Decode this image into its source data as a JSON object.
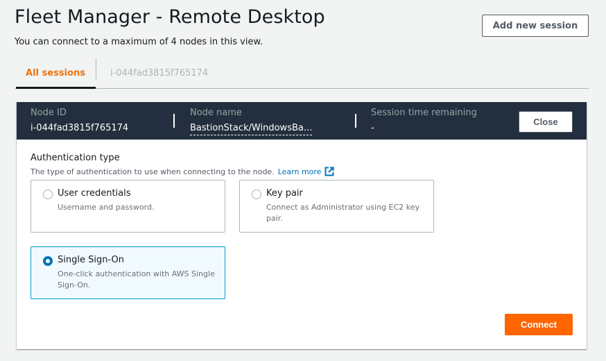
{
  "header": {
    "title": "Fleet Manager - Remote Desktop",
    "subtitle": "You can connect to a maximum of 4 nodes in this view.",
    "add_session_label": "Add new session"
  },
  "tabs": [
    {
      "label": "All sessions",
      "active": true
    },
    {
      "label": "i-044fad3815f765174",
      "active": false
    }
  ],
  "session": {
    "node_id_label": "Node ID",
    "node_id_value": "i-044fad3815f765174",
    "node_name_label": "Node name",
    "node_name_value": "BastionStack/WindowsBa...",
    "time_label": "Session time remaining",
    "time_value": "-",
    "close_label": "Close"
  },
  "auth": {
    "title": "Authentication type",
    "description": "The type of authentication to use when connecting to the node.",
    "learn_more": "Learn more",
    "options": [
      {
        "label": "User credentials",
        "description": "Username and password.",
        "selected": false
      },
      {
        "label": "Key pair",
        "description": "Connect as Administrator using EC2 key pair.",
        "selected": false
      },
      {
        "label": "Single Sign-On",
        "description": "One-click authentication with AWS Single Sign-On.",
        "selected": true
      }
    ],
    "connect_label": "Connect"
  },
  "colors": {
    "accent_orange": "#ff6600",
    "tab_active": "#ec7211",
    "header_bg": "#232f3e",
    "link_blue": "#0073bb",
    "selected_tile_bg": "#f1faff",
    "selected_tile_border": "#00a1c9"
  }
}
